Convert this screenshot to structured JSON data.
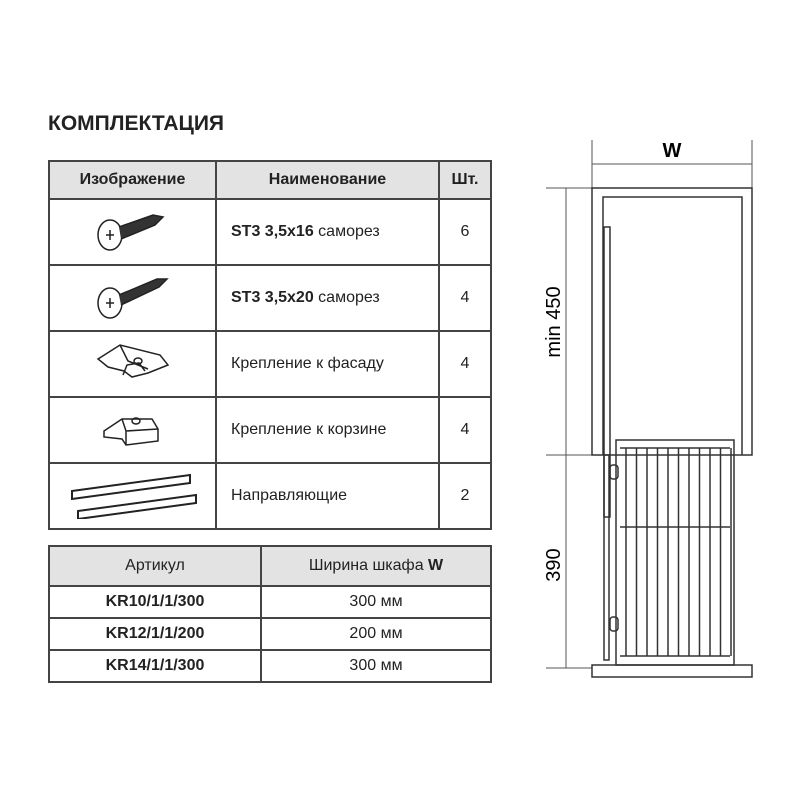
{
  "title": "КОМПЛЕКТАЦИЯ",
  "kit_table": {
    "headers": [
      "Изображение",
      "Наименование",
      "Шт."
    ],
    "rows": [
      {
        "icon": "screw-icon",
        "name_bold": "ST3 3,5x16",
        "name": " саморез",
        "qty": "6"
      },
      {
        "icon": "screw-icon",
        "name_bold": "ST3 3,5x20",
        "name": " саморез",
        "qty": "4"
      },
      {
        "icon": "facade-clip-icon",
        "name_bold": "",
        "name": "Крепление к фасаду",
        "qty": "4"
      },
      {
        "icon": "basket-clip-icon",
        "name_bold": "",
        "name": "Крепление к корзине",
        "qty": "4"
      },
      {
        "icon": "rails-icon",
        "name_bold": "",
        "name": "Направляющие",
        "qty": "2"
      }
    ]
  },
  "article_table": {
    "headers": [
      "Артикул",
      "Ширина шкафа ",
      "W"
    ],
    "rows": [
      {
        "article": "KR10/1/1/300",
        "width": "300 мм"
      },
      {
        "article": "KR12/1/1/200",
        "width": "200 мм"
      },
      {
        "article": "KR14/1/1/300",
        "width": "300 мм"
      }
    ]
  },
  "drawing": {
    "width_label": "W",
    "height_top": "min 450",
    "height_bottom": "390"
  }
}
